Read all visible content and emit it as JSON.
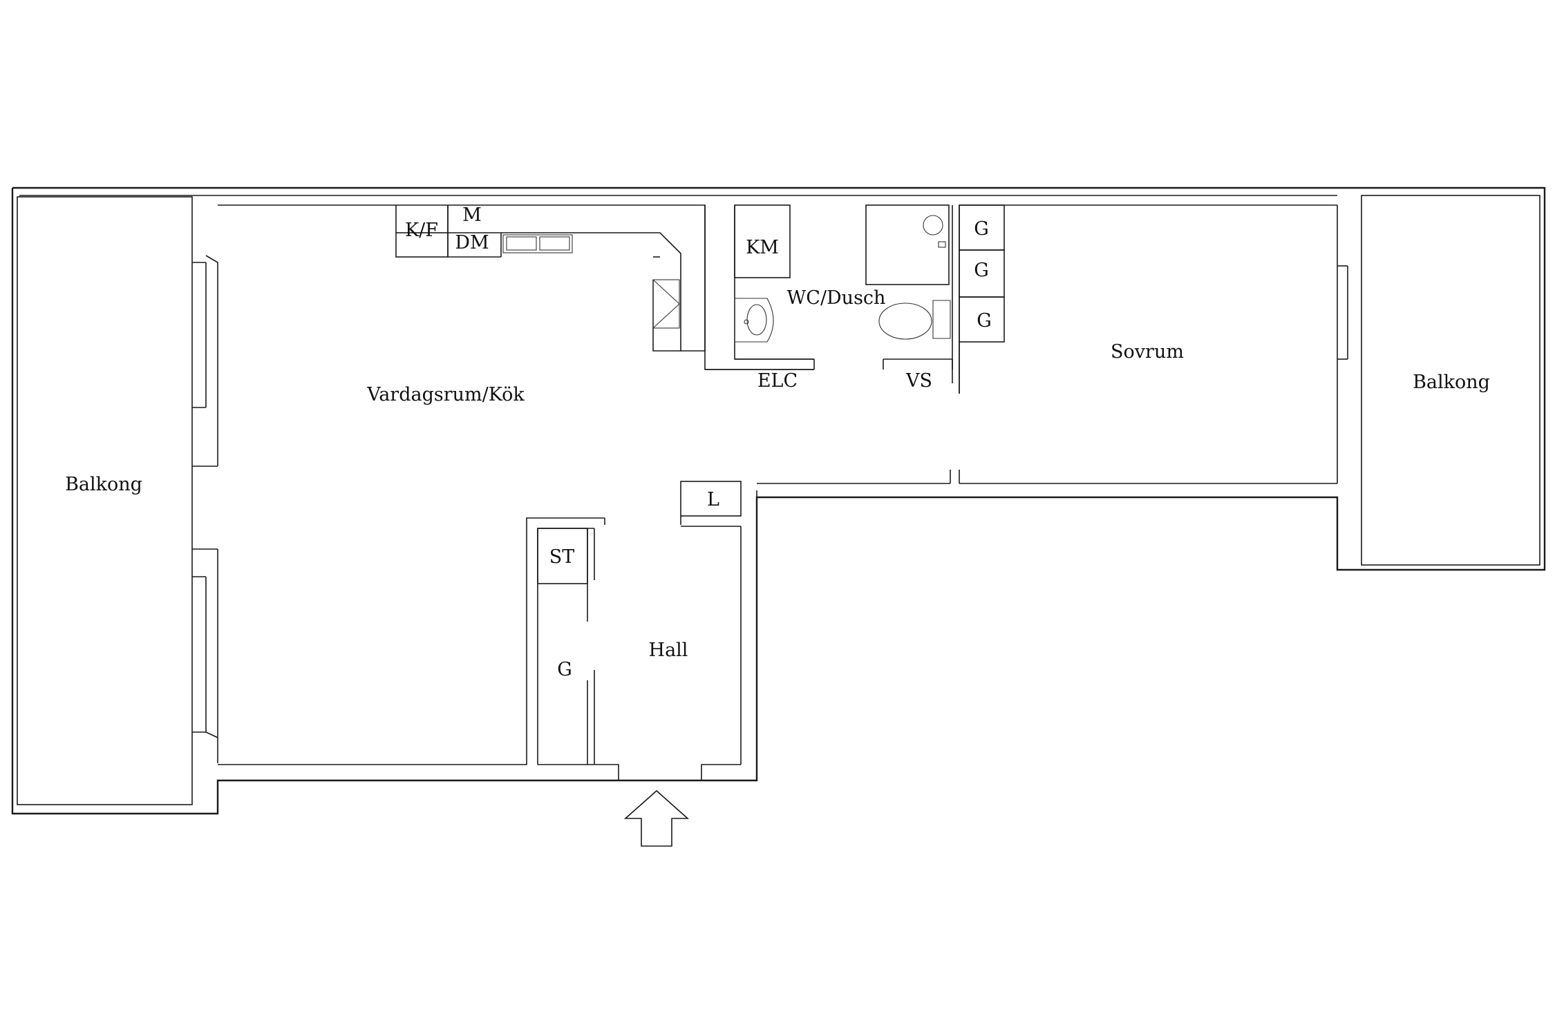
{
  "plan": {
    "rooms": {
      "balkong_left": "Balkong",
      "vardagsrum_kok": "Vardagsrum/Kök",
      "wc_dusch": "WC/Dusch",
      "sovrum": "Sovrum",
      "balkong_right": "Balkong",
      "hall": "Hall"
    },
    "fixtures": {
      "kf": "K/F",
      "m": "M",
      "dm": "DM",
      "km": "KM",
      "elc": "ELC",
      "vs": "VS",
      "g_closet_1": "G",
      "g_closet_2": "G",
      "g_closet_3": "G",
      "l": "L",
      "st": "ST",
      "g_hall": "G"
    },
    "entrance_icon": "arrow-up-icon"
  }
}
